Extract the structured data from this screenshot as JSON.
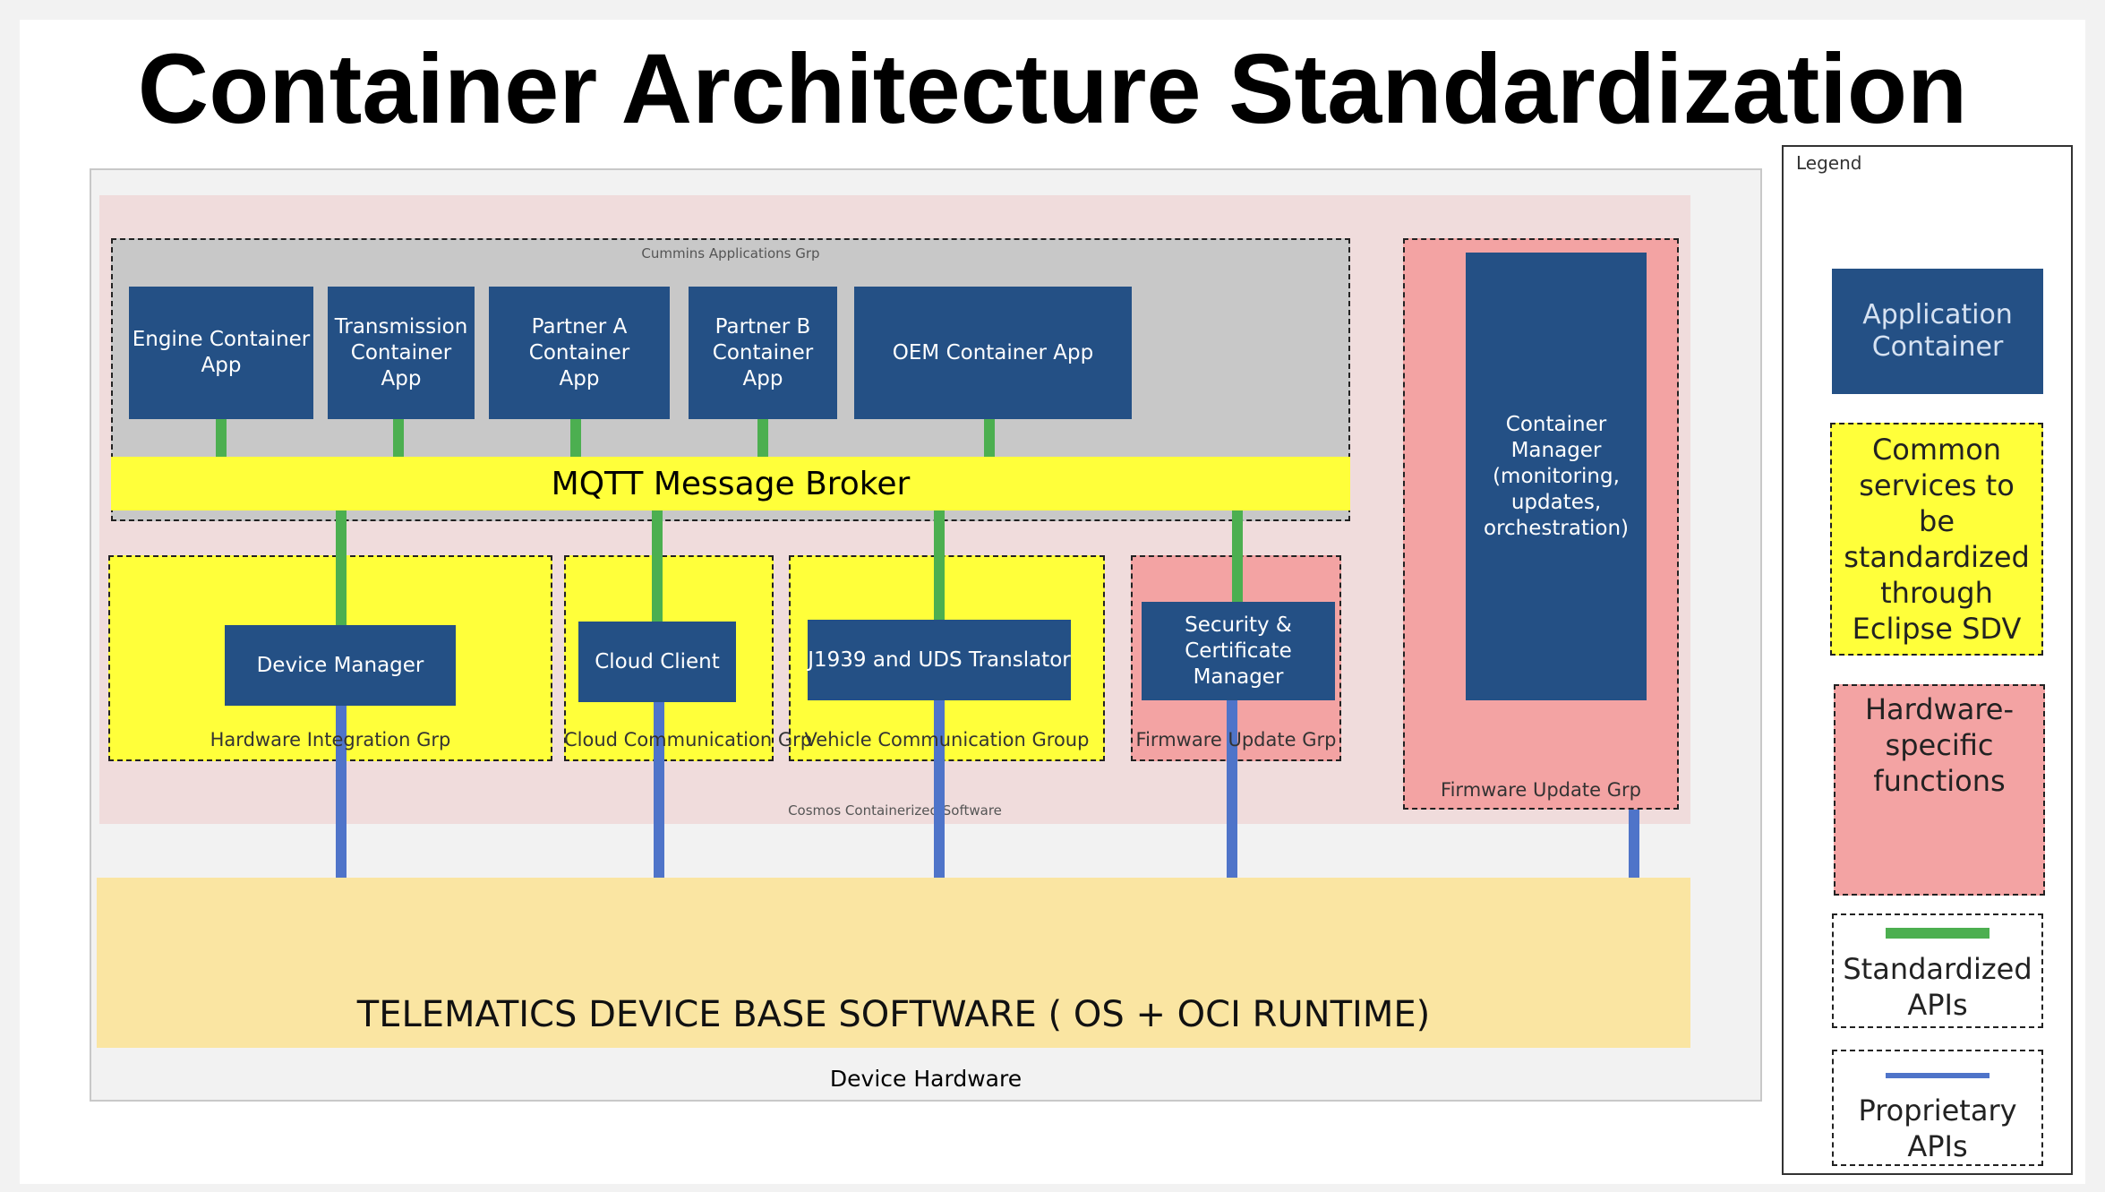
{
  "title": "Container Architecture Standardization",
  "device_hardware": "Device Hardware",
  "cosmos_label": "Cosmos Containerized Software",
  "apps_group": {
    "label": "Cummins Applications Grp",
    "apps": [
      {
        "label": "Engine Container App"
      },
      {
        "label": "Transmission Container App"
      },
      {
        "label": "Partner A Container App"
      },
      {
        "label": "Partner B Container App"
      },
      {
        "label": "OEM Container App"
      }
    ]
  },
  "broker": "MQTT Message Broker",
  "services": [
    {
      "name": "Device Manager",
      "group": "Hardware Integration Grp"
    },
    {
      "name": "Cloud Client",
      "group": "Cloud Communication Grp"
    },
    {
      "name": "J1939 and UDS Translator",
      "group": "Vehicle Communication Group"
    },
    {
      "name": "Security & Certificate Manager",
      "group": "Firmware Update Grp"
    }
  ],
  "container_manager": {
    "name": "Container Manager (monitoring, updates, orchestration)",
    "group": "Firmware Update Grp"
  },
  "base_software": "TELEMATICS DEVICE BASE SOFTWARE ( OS + OCI RUNTIME)",
  "legend": {
    "title": "Legend",
    "items": [
      {
        "label": "Application Container",
        "color": "#245085"
      },
      {
        "label": "Common services to be standardized through Eclipse SDV",
        "color": "#ffff3a"
      },
      {
        "label": "Hardware-specific functions",
        "color": "#f3a3a3"
      },
      {
        "label": "Standardized APIs",
        "color": "#4caf50"
      },
      {
        "label": "Proprietary APIs",
        "color": "#4f74c9"
      }
    ]
  }
}
